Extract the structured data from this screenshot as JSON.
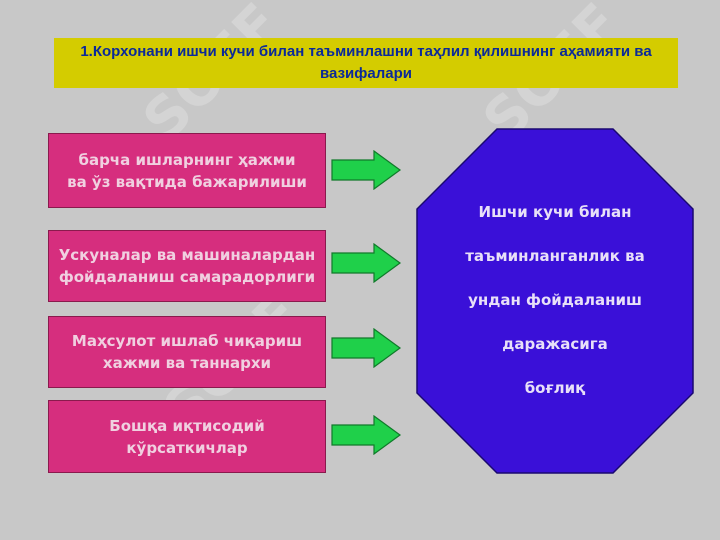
{
  "title": "1.Корхонани ишчи кучи билан таъминлашни таҳлил қилишнинг аҳамияти ва вазифалари",
  "boxes": [
    "барча ишларнинг ҳажми\nва ўз вақтида бажарилиши",
    "Ускуналар ва машиналардан\nфойдаланиш самарадорлиги",
    "Маҳсулот ишлаб чиқариш\nхажми ва таннархи",
    "Бошқа иқтисодий\nкўрсаткичлар"
  ],
  "octagon_lines": [
    "Ишчи кучи билан",
    "таъминланганлик ва",
    "ундан фойдаланиш",
    "даражасига",
    "боғлиқ"
  ],
  "watermark": "SOFF",
  "colors": {
    "background": "#c8c8c8",
    "title_bg": "#d4cc00",
    "title_text": "#0b2a99",
    "box_bg": "#d62e7e",
    "arrow": "#1fd04a",
    "octagon": "#3a10d8"
  }
}
